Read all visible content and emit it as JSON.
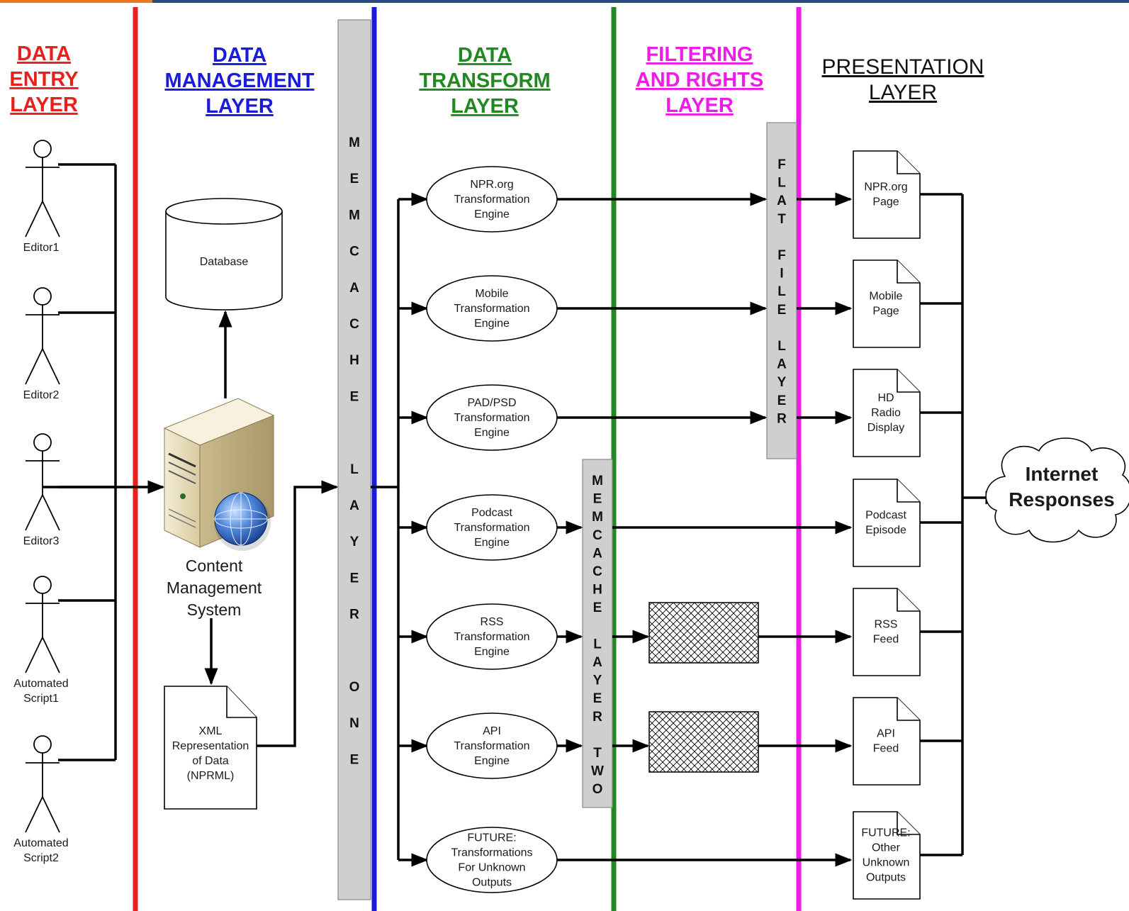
{
  "layers": {
    "data_entry": [
      "DATA",
      "ENTRY",
      "LAYER"
    ],
    "data_management": [
      "DATA",
      "MANAGEMENT",
      "LAYER"
    ],
    "data_transform": [
      "DATA",
      "TRANSFORM",
      "LAYER"
    ],
    "filtering": [
      "FILTERING",
      "AND RIGHTS",
      "LAYER"
    ],
    "presentation": [
      "PRESENTATION",
      "LAYER"
    ]
  },
  "colors": {
    "data_entry": "#e8201c",
    "data_management": "#1a1adc",
    "data_transform": "#1f8a1f",
    "filtering": "#ee1ce6",
    "presentation": "#111111",
    "bar_fill": "#cfcfcf"
  },
  "actors": [
    [
      "Editor1"
    ],
    [
      "Editor2"
    ],
    [
      "Editor3"
    ],
    [
      "Automated",
      "Script1"
    ],
    [
      "Automated",
      "Script2"
    ]
  ],
  "database_label": "Database",
  "cms_label": [
    "Content",
    "Management",
    "System"
  ],
  "xml_doc_label": [
    "XML",
    "Representation",
    "of Data",
    "(NPRML)"
  ],
  "memcache_one": [
    "M",
    "E",
    "M",
    "C",
    "A",
    "C",
    "H",
    "E",
    "",
    "L",
    "A",
    "Y",
    "E",
    "R",
    "",
    "O",
    "N",
    "E"
  ],
  "memcache_two": [
    "M",
    "E",
    "M",
    "C",
    "A",
    "C",
    "H",
    "E",
    "",
    "L",
    "A",
    "Y",
    "E",
    "R",
    "",
    "T",
    "W",
    "O"
  ],
  "flat_file": [
    "F",
    "L",
    "A",
    "T",
    "",
    "F",
    "I",
    "L",
    "E",
    "",
    "L",
    "A",
    "Y",
    "E",
    "R"
  ],
  "engines": [
    [
      "NPR.org",
      "Transformation",
      "Engine"
    ],
    [
      "Mobile",
      "Transformation",
      "Engine"
    ],
    [
      "PAD/PSD",
      "Transformation",
      "Engine"
    ],
    [
      "Podcast",
      "Transformation",
      "Engine"
    ],
    [
      "RSS",
      "Transformation",
      "Engine"
    ],
    [
      "API",
      "Transformation",
      "Engine"
    ],
    [
      "FUTURE:",
      "Transformations",
      "For Unknown",
      "Outputs"
    ]
  ],
  "outputs": [
    [
      "NPR.org",
      "Page"
    ],
    [
      "Mobile",
      "Page"
    ],
    [
      "HD",
      "Radio",
      "Display"
    ],
    [
      "Podcast",
      "Episode"
    ],
    [
      "RSS",
      "Feed"
    ],
    [
      "API",
      "Feed"
    ],
    [
      "FUTURE:",
      "Other",
      "Unknown",
      "Outputs"
    ]
  ],
  "cloud_label": [
    "Internet",
    "Responses"
  ],
  "icons": [
    "actor-icon",
    "database-icon",
    "server-icon",
    "globe-icon",
    "document-icon",
    "cloud-icon",
    "filter-block-icon"
  ]
}
